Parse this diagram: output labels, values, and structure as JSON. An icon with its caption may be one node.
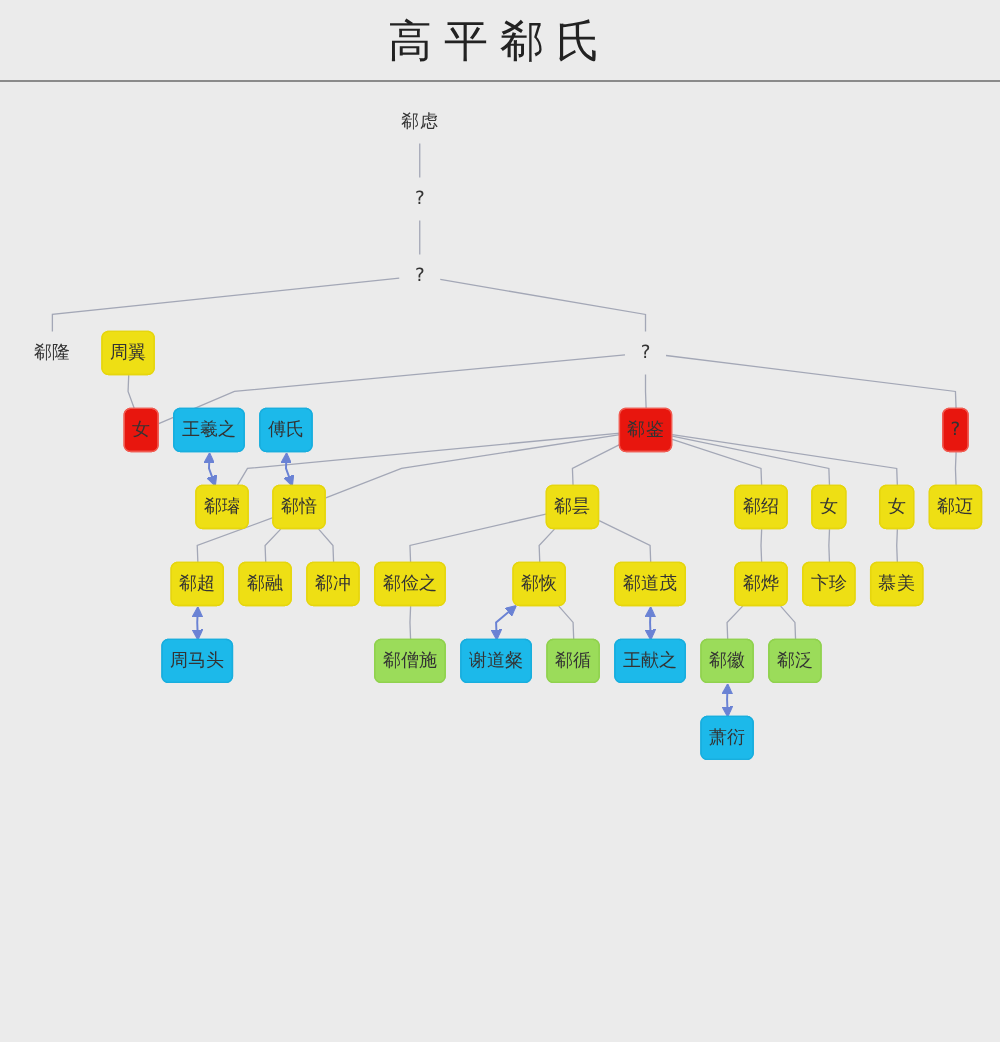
{
  "diagram": {
    "title": "高平郗氏",
    "nodes": [
      {
        "text": [
          "郗虑"
        ]
      },
      {
        "text": [
          "?"
        ]
      },
      {
        "text": [
          "?"
        ]
      },
      {
        "text": [
          "郗隆"
        ]
      },
      {
        "text": [
          "?"
        ]
      },
      {
        "text": [
          "周翼"
        ]
      },
      {
        "text": [
          "女"
        ]
      },
      {
        "text": [
          "郗鉴"
        ]
      },
      {
        "text": [
          "?"
        ]
      },
      {
        "text": [
          "王羲之"
        ]
      },
      {
        "text": [
          "郗璿"
        ]
      },
      {
        "text": [
          "郗愔"
        ]
      },
      {
        "text": [
          "傅氏"
        ]
      },
      {
        "text": [
          "郗昙"
        ]
      },
      {
        "text": [
          "郗绍"
        ]
      },
      {
        "text": [
          "女"
        ]
      },
      {
        "text": [
          "女"
        ]
      },
      {
        "text": [
          "郗迈"
        ]
      },
      {
        "text": [
          "郗超"
        ]
      },
      {
        "text": [
          "郗融"
        ]
      },
      {
        "text": [
          "郗冲"
        ]
      },
      {
        "text": [
          "郗俭之"
        ]
      },
      {
        "text": [
          "郗恢"
        ]
      },
      {
        "text": [
          "郗道茂"
        ]
      },
      {
        "text": [
          "郗烨"
        ]
      },
      {
        "text": [
          "卞珍"
        ]
      },
      {
        "text": [
          "慕美"
        ]
      },
      {
        "text": [
          "周马头"
        ]
      },
      {
        "text": [
          "郗僧施"
        ]
      },
      {
        "text": [
          "谢道粲"
        ]
      },
      {
        "text": [
          "郗循"
        ]
      },
      {
        "text": [
          "王献之"
        ]
      },
      {
        "text": [
          "郗徽"
        ]
      },
      {
        "text": [
          "郗泛"
        ]
      },
      {
        "text": [
          "萧衍"
        ]
      }
    ],
    "edges": [
      {
        "from": 0,
        "to": 1,
        "arrow": "none"
      },
      {
        "from": 1,
        "to": 2,
        "arrow": "none"
      },
      {
        "from": 2,
        "to": 3,
        "arrow": "none"
      },
      {
        "from": 2,
        "to": 4,
        "arrow": "none"
      },
      {
        "from": 4,
        "to": 6,
        "arrow": "none"
      },
      {
        "from": 4,
        "to": 7,
        "arrow": "none"
      },
      {
        "from": 4,
        "to": 8,
        "arrow": "none"
      },
      {
        "from": 5,
        "to": 6,
        "arrow": "none"
      },
      {
        "from": 7,
        "to": 10,
        "arrow": "none"
      },
      {
        "from": 7,
        "to": 11,
        "arrow": "none"
      },
      {
        "from": 7,
        "to": 13,
        "arrow": "none"
      },
      {
        "from": 7,
        "to": 14,
        "arrow": "none"
      },
      {
        "from": 7,
        "to": 15,
        "arrow": "none"
      },
      {
        "from": 7,
        "to": 16,
        "arrow": "none"
      },
      {
        "from": 8,
        "to": 17,
        "arrow": "none"
      },
      {
        "from": 9,
        "to": 10,
        "arrow": "both",
        "color": "#6a82d4"
      },
      {
        "from": 12,
        "to": 11,
        "arrow": "both",
        "color": "#6a82d4"
      },
      {
        "from": 11,
        "to": 18,
        "arrow": "none"
      },
      {
        "from": 11,
        "to": 19,
        "arrow": "none"
      },
      {
        "from": 11,
        "to": 20,
        "arrow": "none"
      },
      {
        "from": 13,
        "to": 21,
        "arrow": "none"
      },
      {
        "from": 13,
        "to": 22,
        "arrow": "none"
      },
      {
        "from": 13,
        "to": 23,
        "arrow": "none"
      },
      {
        "from": 14,
        "to": 24,
        "arrow": "none"
      },
      {
        "from": 15,
        "to": 25,
        "arrow": "none"
      },
      {
        "from": 16,
        "to": 26,
        "arrow": "none"
      },
      {
        "from": 18,
        "to": 27,
        "arrow": "both",
        "color": "#6a82d4"
      },
      {
        "from": 21,
        "to": 28,
        "arrow": "none"
      },
      {
        "from": 22,
        "to": 29,
        "arrow": "both",
        "color": "#6a82d4"
      },
      {
        "from": 22,
        "to": 30,
        "arrow": "none"
      },
      {
        "from": 23,
        "to": 31,
        "arrow": "both",
        "color": "#6a82d4"
      },
      {
        "from": 24,
        "to": 32,
        "arrow": "none"
      },
      {
        "from": 24,
        "to": 33,
        "arrow": "none"
      },
      {
        "from": 32,
        "to": 34,
        "arrow": "both",
        "color": "#6a82d4"
      }
    ]
  }
}
